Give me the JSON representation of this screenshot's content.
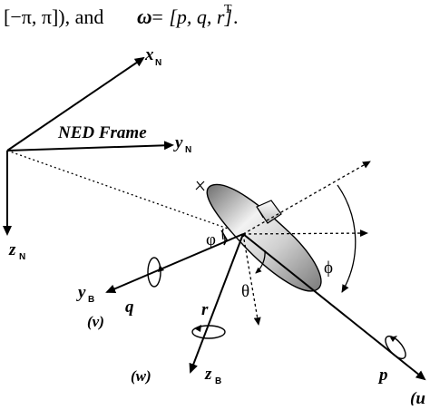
{
  "caption": {
    "interval": "[−π, π]), and",
    "omega_symbol": "ω",
    "omega_def": " = [p, q, r]",
    "transpose": "T",
    "period": "."
  },
  "ned_frame": {
    "title": "NED Frame",
    "x_axis": "x",
    "x_sub": "N",
    "y_axis": "y",
    "y_sub": "N",
    "z_axis": "z",
    "z_sub": "N"
  },
  "body_frame": {
    "y_axis": "y",
    "y_sub": "B",
    "z_axis": "z",
    "z_sub": "B",
    "x_axis_partial": "(u"
  },
  "rates": {
    "p": "p",
    "q": "q",
    "r": "r",
    "v": "(v)",
    "w": "(w)"
  },
  "angles": {
    "yaw": "φ",
    "pitch": "θ",
    "roll": "ϕ"
  }
}
